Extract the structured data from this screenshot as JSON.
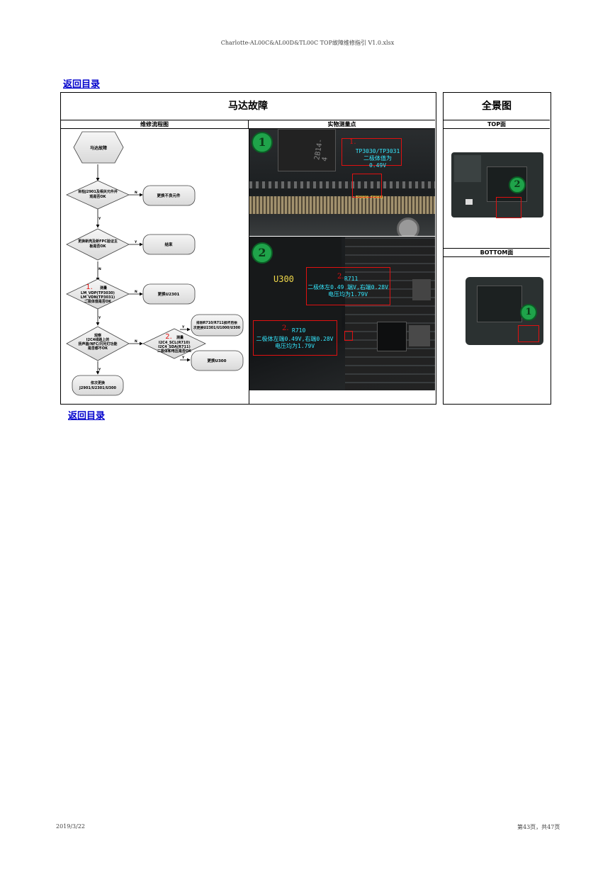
{
  "header": {
    "filename": "Charlotte-AL00C&AL00D&TL00C TOP故障维修指引 V1.0.xlsx"
  },
  "nav": {
    "back_label": "返回目录"
  },
  "section": {
    "title": "马达故障",
    "panorama_title": "全景图"
  },
  "columns": {
    "flowchart": "维修流程图",
    "measure": "实物测量点",
    "top": "TOP面",
    "bottom": "BOTTOM面"
  },
  "flow": {
    "start": "马达故障",
    "d1": "目检J2901及相关元件并\n观是否OK",
    "a1": "更换不良元件",
    "d2": "更换新壳及新FPC验证主\n板是否OK",
    "a2": "结束",
    "d3_num": "1.",
    "d3": "测量\nLM_VDP(TP3030)\nLM_VDN(TP3031)\n二极体值是否OK",
    "a3": "更换U2301",
    "d4": "观察\nI2C4线路上的\n扬声器/NFC/闪光灯功能\n是否都不OK",
    "d5_num": "2.",
    "d5": "测量\nI2C4_SCL(R710)\nI2C4_SDA(R711)\n二极体和电压是否OK",
    "a5a": "排除R710/R711损坏后依\n次更换U2301/U1000/U300",
    "a5b": "更换U300",
    "end": "依次更换\nJ2901/U2301/U300",
    "yes": "Y",
    "no": "N"
  },
  "photo1": {
    "badge": "1",
    "num": "1.",
    "note": "TP3030/TP3031\n二极体值为\n0.49V",
    "tp_label": "TP3030 TP3031",
    "chip_text": "2B14-4"
  },
  "photo2": {
    "badge": "2",
    "chip": "U300",
    "num1": "2.",
    "label1": "R711",
    "note1": "二极体左0.49 端V,右端0.28V\n电压均为1.79V",
    "num2": "2.",
    "label2": "R710",
    "note2": "二极体左端0.49V,右端0.28V\n电压均为1.79V"
  },
  "panorama": {
    "top_badge": "2",
    "bottom_badge": "1"
  },
  "footer": {
    "date": "2019/3/22",
    "page": "第43页，共47页"
  }
}
